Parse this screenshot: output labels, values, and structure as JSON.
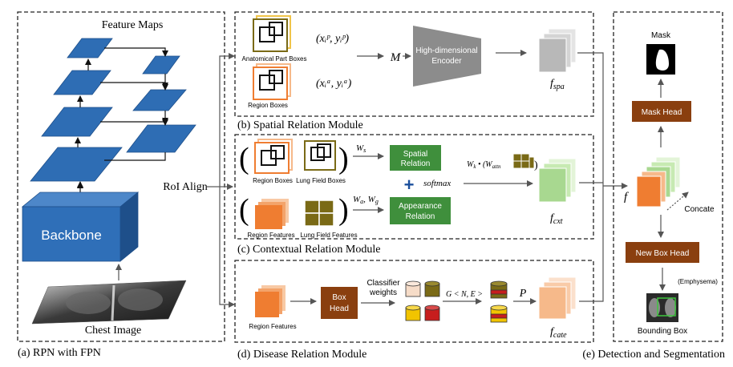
{
  "panels": {
    "rpn": {
      "title": "Feature Maps",
      "backbone": "Backbone",
      "image_label": "Chest Image",
      "roi_align": "RoI Align",
      "caption": "(a) RPN with FPN"
    },
    "spatial": {
      "anatomical_label": "Anatomical Part Boxes",
      "region_boxes_label": "Region Boxes",
      "coord_p": "(xᵢᵖ, yᵢᵖ)",
      "coord_a": "(xᵢᵃ, yᵢᵃ)",
      "m_symbol": "M",
      "encoder_line1": "High-dimensional",
      "encoder_line2": "Encoder",
      "f_spa": "f",
      "f_spa_sub": "spa",
      "caption": "(b) Spatial Relation Module"
    },
    "contextual": {
      "region_boxes_label": "Region Boxes",
      "lung_boxes_label": "Lung Field Boxes",
      "region_features_label": "Region Features",
      "lung_features_label": "Lung Field Features",
      "ws_label": "W",
      "ws_sub": "s",
      "wa_label": "W",
      "wa_sub": "a",
      "wg_label": ", W",
      "wg_sub": "g",
      "spatial_relation_line1": "Spatial",
      "spatial_relation_line2": "Relation",
      "appearance_relation_line1": "Appearance",
      "appearance_relation_line2": "Relation",
      "plus": "+",
      "softmax": "softmax",
      "wk_formula": "W",
      "wk_sub": "k",
      "wattn_text": " • (W",
      "wattn_sub": "attn",
      "f_cxt": "f",
      "f_cxt_sub": "cxt",
      "caption": "(c) Contextual Relation Module"
    },
    "disease": {
      "region_features_label": "Region Features",
      "box_head_line1": "Box",
      "box_head_line2": "Head",
      "classifier_line1": "Classifier",
      "classifier_line2": "weights",
      "graph_text": "G < N, E >",
      "p_symbol": "P",
      "f_cate": "f",
      "f_cate_sub": "cate",
      "caption": "(d) Disease Relation Module"
    },
    "detection": {
      "mask_label": "Mask",
      "mask_head": "Mask Head",
      "f_symbol": "f",
      "concate": "Concate",
      "new_box_head": "New Box Head",
      "emphysema": "(Emphysema)",
      "bbox_label": "Bounding Box",
      "caption": "(e) Detection and Segmentation"
    }
  },
  "colors": {
    "fpn_blue": "#2e6db4",
    "backbone_blue": "#2f6fb8",
    "orange": "#ef7d31",
    "green_box": "#3f8f3c",
    "brown_box": "#8a3f0f",
    "encoder_gray": "#8c8c8c",
    "feature_gray": "#b8b8b8",
    "feature_green": "#a8d890",
    "feature_peach": "#f6b98a",
    "olive": "#7a6a16"
  }
}
